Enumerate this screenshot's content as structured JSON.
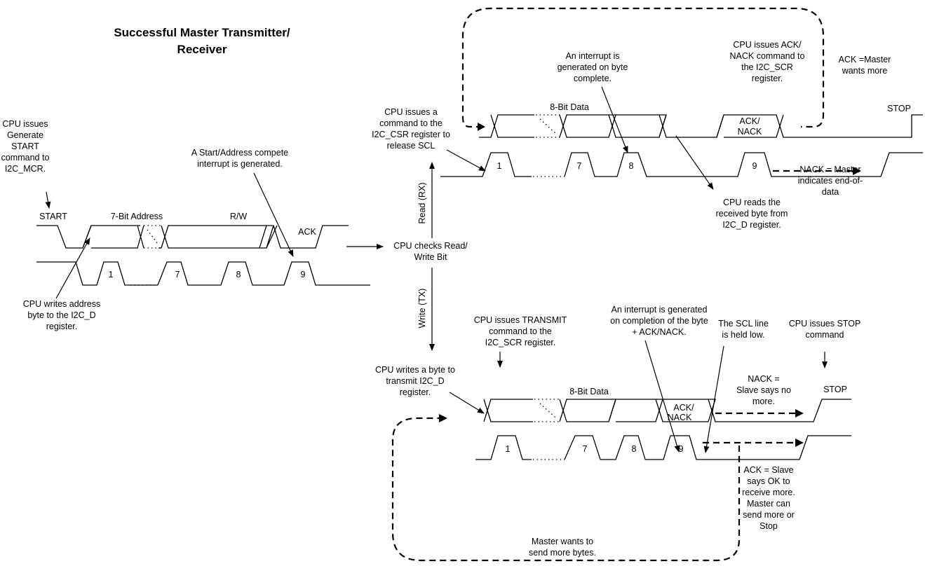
{
  "title": [
    "Successful Master Transmitter/",
    "Receiver"
  ],
  "labels": {
    "start": "START",
    "address": "7-Bit Address",
    "rw": "R/W",
    "ack": "ACK",
    "data_top": "8-Bit Data",
    "data_bottom": "8-Bit Data",
    "ack_nack_top": [
      "ACK/",
      "NACK"
    ],
    "ack_nack_bottom": [
      "ACK/",
      "NACK"
    ],
    "stop_top": "STOP",
    "stop_bottom": "STOP",
    "read_rx": "Read (RX)",
    "write_tx": "Write (TX)"
  },
  "bit_numbers": {
    "address_phase": [
      "1",
      "7",
      "8",
      "9"
    ],
    "read_phase": [
      "1",
      "7",
      "8",
      "9"
    ],
    "write_phase": [
      "1",
      "7",
      "8",
      "9"
    ]
  },
  "notes": {
    "cpu_start": [
      "CPU  issues",
      "Generate",
      "START",
      "command to",
      "I2C_MCR."
    ],
    "cpu_writes_address": [
      "CPU writes address",
      "byte to the I2C_D",
      "register."
    ],
    "start_addr_interrupt": [
      "A Start/Address compete",
      "interrupt is generated."
    ],
    "cpu_checks": [
      "CPU checks Read/",
      "Write Bit"
    ],
    "cpu_csr": [
      "CPU issues a",
      "command to the",
      "I2C_CSR register to",
      "release SCL"
    ],
    "interrupt_byte": [
      "An interrupt is",
      "generated on byte",
      "complete."
    ],
    "cpu_ack_nack": [
      "CPU issues ACK/",
      "NACK command to",
      "the I2C_SCR",
      "register."
    ],
    "ack_master": [
      "ACK =Master",
      "wants more"
    ],
    "nack_master": [
      "NACK =  Master",
      "indicates end-of-",
      "data"
    ],
    "cpu_reads": [
      "CPU reads the",
      "received byte from",
      "I2C_D register."
    ],
    "cpu_transmit": [
      "CPU issues TRANSMIT",
      "command to the",
      "I2C_SCR register."
    ],
    "interrupt_completion": [
      "An interrupt is generated",
      "on completion of the byte",
      "+ ACK/NACK."
    ],
    "scl_low": [
      "The SCL line",
      "is held low."
    ],
    "cpu_stop": [
      "CPU issues STOP",
      "command"
    ],
    "cpu_writes_byte": [
      "CPU writes a byte to",
      "transmit I2C_D",
      "register."
    ],
    "nack_slave": [
      "NACK =",
      "Slave says no",
      "more."
    ],
    "ack_slave": [
      "ACK = Slave",
      "says OK to",
      "receive more.",
      "Master can",
      "send more or",
      "Stop"
    ],
    "master_more_bytes": [
      "Master wants to",
      "send more bytes."
    ]
  }
}
